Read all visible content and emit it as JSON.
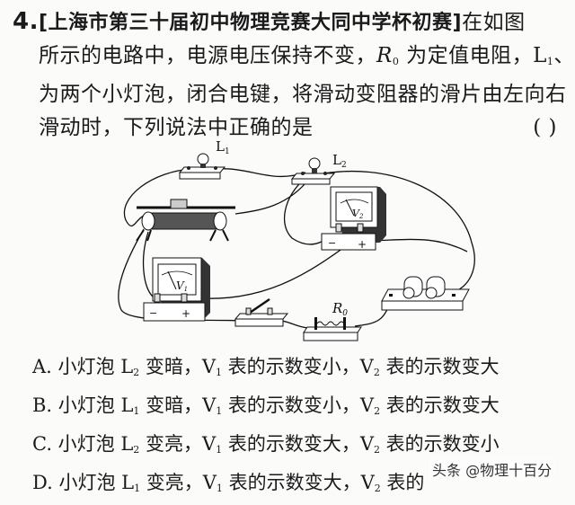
{
  "question": {
    "number": "4.",
    "source": "[上海市第三十届初中物理竞赛大同中学杯初赛]",
    "line1_tail": "在如图",
    "line2_a": "所示的电路中，电源电压保持不变，",
    "line2_R": "R",
    "line2_R_sub": "0",
    "line2_b": " 为定值电阻，L",
    "line2_L1_sub": "1",
    "line2_c": "、L",
    "line2_L2_sub": "2",
    "line3": "为两个小灯泡，闭合电键，将滑动变阻器的滑片由左向右",
    "line4": "滑动时，下列说法中正确的是",
    "answer_blank": "(    )"
  },
  "diagram": {
    "labels": {
      "L1": "L",
      "L1_sub": "1",
      "L2": "L",
      "L2_sub": "2",
      "V1": "V",
      "V1_sub": "1",
      "V2": "V",
      "V2_sub": "2",
      "R0": "R",
      "R0_sub": "0",
      "minus": "−",
      "plus": "+"
    }
  },
  "options": [
    {
      "letter": "A.",
      "t1": " 小灯泡 L",
      "s1": "2",
      "t2": " 变暗，V",
      "s2": "1",
      "t3": " 表的示数变小，V",
      "s3": "2",
      "t4": " 表的示数变大"
    },
    {
      "letter": "B.",
      "t1": " 小灯泡 L",
      "s1": "1",
      "t2": " 变暗，V",
      "s2": "1",
      "t3": " 表的示数变小，V",
      "s3": "2",
      "t4": " 表的示数变大"
    },
    {
      "letter": "C.",
      "t1": " 小灯泡 L",
      "s1": "2",
      "t2": " 变亮，V",
      "s2": "1",
      "t3": " 表的示数变大，V",
      "s3": "2",
      "t4": " 表的示数变小"
    },
    {
      "letter": "D.",
      "t1": " 小灯泡 L",
      "s1": "1",
      "t2": " 变亮，V",
      "s2": "1",
      "t3": " 表的示数变大，V",
      "s3": "2",
      "t4": " 表的"
    }
  ],
  "watermark": "头条 @物理十百分"
}
